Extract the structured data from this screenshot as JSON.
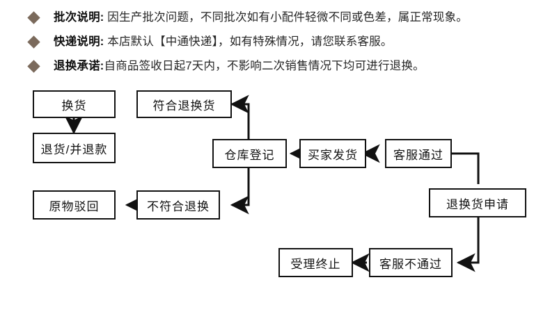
{
  "notices": [
    {
      "bullet": "diamond-bullet",
      "label": "批次说明:",
      "body": " 因生产批次问题，不同批次如有小配件轻微不同或色差，属正常现象。"
    },
    {
      "bullet": "diamond-bullet",
      "label": "快递说明:",
      "body": " 本店默认【中通快递】，如有特殊情况，请您联系客服。"
    },
    {
      "bullet": "diamond-bullet",
      "label": "退换承诺:",
      "body": "自商品签收日起7天内，不影响二次销售情况下均可进行退换。"
    }
  ],
  "flowchart": {
    "type": "flowchart",
    "bullet_color": "#7b6a5c",
    "node_border_color": "#111111",
    "nodes": [
      {
        "id": "exchange",
        "label": "换货"
      },
      {
        "id": "refund",
        "label": "退货/并退款"
      },
      {
        "id": "eligible",
        "label": "符合退换货"
      },
      {
        "id": "warehouse",
        "label": "仓库登记"
      },
      {
        "id": "buyer-ship",
        "label": "买家发货"
      },
      {
        "id": "service-approve",
        "label": "客服通过"
      },
      {
        "id": "return-original",
        "label": "原物驳回"
      },
      {
        "id": "not-eligible",
        "label": "不符合退换"
      },
      {
        "id": "apply",
        "label": "退换货申请"
      },
      {
        "id": "terminate",
        "label": "受理终止"
      },
      {
        "id": "service-reject",
        "label": "客服不通过"
      }
    ],
    "edges": [
      {
        "from": "exchange",
        "to": "refund"
      },
      {
        "from": "apply",
        "to": "service-approve"
      },
      {
        "from": "service-approve",
        "to": "buyer-ship"
      },
      {
        "from": "buyer-ship",
        "to": "warehouse"
      },
      {
        "from": "warehouse",
        "to": "eligible"
      },
      {
        "from": "warehouse",
        "to": "not-eligible"
      },
      {
        "from": "not-eligible",
        "to": "return-original"
      },
      {
        "from": "apply",
        "to": "service-reject"
      },
      {
        "from": "service-reject",
        "to": "terminate"
      }
    ]
  }
}
